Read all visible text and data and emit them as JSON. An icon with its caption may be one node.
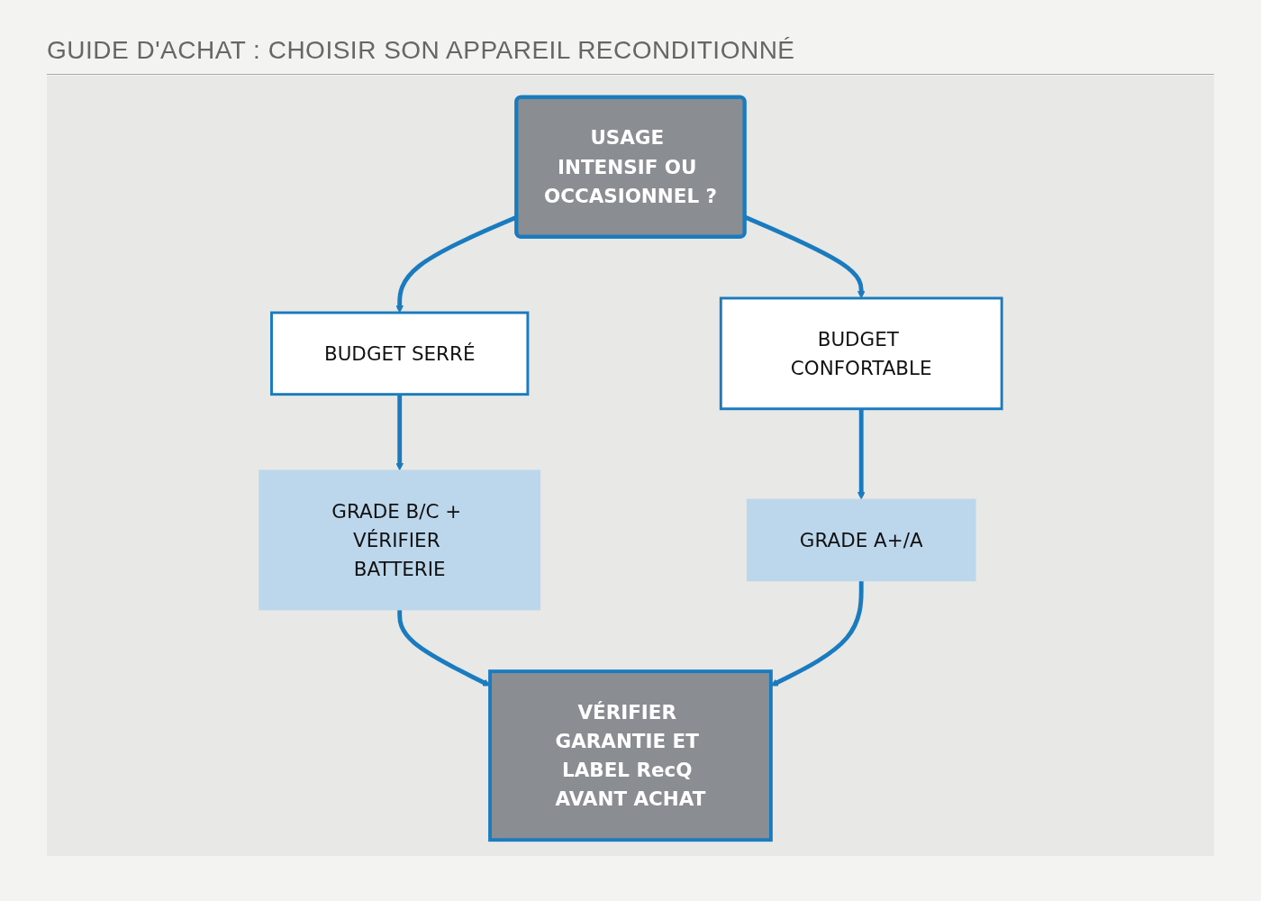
{
  "diagram": {
    "title": "GUIDE D'ACHAT : CHOISIR SON APPAREIL RECONDITIONNÉ",
    "nodes": [
      {
        "text": [
          "USAGE INTENSIF OU OCCASIONNEL ?"
        ]
      },
      {
        "text": [
          "BUDGET SERRÉ"
        ]
      },
      {
        "text": [
          "BUDGET CONFORTABLE"
        ]
      },
      {
        "text": [
          "GRADE B/C + VÉRIFIER BATTERIE"
        ]
      },
      {
        "text": [
          "GRADE A+/A"
        ]
      },
      {
        "text": [
          "VÉRIFIER GARANTIE ET LABEL RecQ AVANT ACHAT"
        ]
      }
    ],
    "edges": [
      {
        "from": 0,
        "to": 1,
        "arrow": "to"
      },
      {
        "from": 0,
        "to": 2,
        "arrow": "to"
      },
      {
        "from": 1,
        "to": 3,
        "arrow": "to"
      },
      {
        "from": 2,
        "to": 4,
        "arrow": "to"
      },
      {
        "from": 3,
        "to": 5,
        "arrow": "to"
      },
      {
        "from": 4,
        "to": 5,
        "arrow": "to"
      }
    ]
  }
}
